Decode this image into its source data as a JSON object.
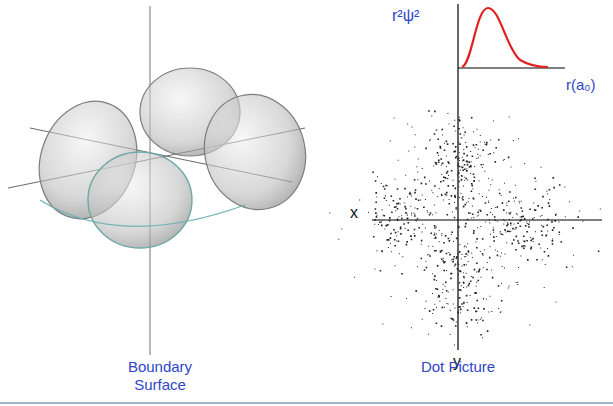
{
  "diagram": {
    "labels": [
      "r²ψ²",
      "r(a₀)",
      "x",
      "y",
      "Boundary Surface",
      "Dot Picture"
    ]
  }
}
